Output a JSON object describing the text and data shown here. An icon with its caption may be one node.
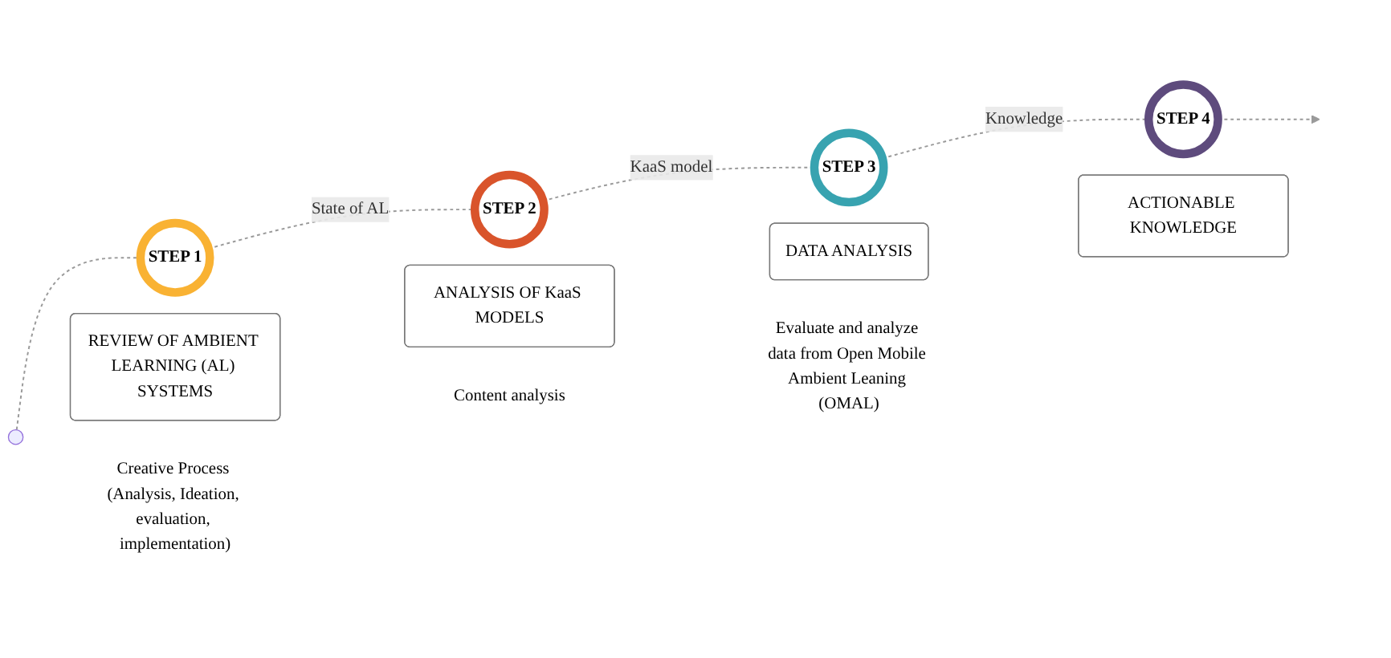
{
  "diagram": {
    "nodes": [
      {
        "text": [],
        "shape": "circle"
      },
      {
        "text": [
          "STEP 1"
        ]
      },
      {
        "text": [
          "STEP 2"
        ]
      },
      {
        "text": [
          "STEP 3"
        ]
      },
      {
        "text": [
          "STEP 4"
        ]
      },
      {
        "text": [
          "REVIEW OF AMBIENT LEARNING (AL) SYSTEMS"
        ],
        "beside": [
          "Creative Process (Analysis, Ideation, evaluation, implementation)"
        ]
      },
      {
        "text": [
          "ANALYSIS OF KaaS MODELS"
        ],
        "beside": [
          "Content analysis"
        ]
      },
      {
        "text": [
          "DATA ANALYSIS"
        ],
        "beside": [
          "Evaluate and analyze data from Open Mobile Ambient Leaning (OMAL)"
        ]
      },
      {
        "text": [
          "ACTIONABLE KNOWLEDGE"
        ]
      }
    ],
    "edges": [
      {
        "from": 0,
        "to": 1,
        "arrow": "none",
        "style": "dashed"
      },
      {
        "from": 1,
        "to": 2,
        "arrow": "none",
        "label": "State of AL",
        "style": "dashed"
      },
      {
        "from": 2,
        "to": 3,
        "arrow": "none",
        "label": "KaaS model",
        "style": "dashed"
      },
      {
        "from": 3,
        "to": 4,
        "arrow": "none",
        "label": "Knowledge",
        "style": "dashed"
      },
      {
        "from": 4,
        "to": null,
        "arrow": "to",
        "style": "dashed"
      }
    ]
  }
}
